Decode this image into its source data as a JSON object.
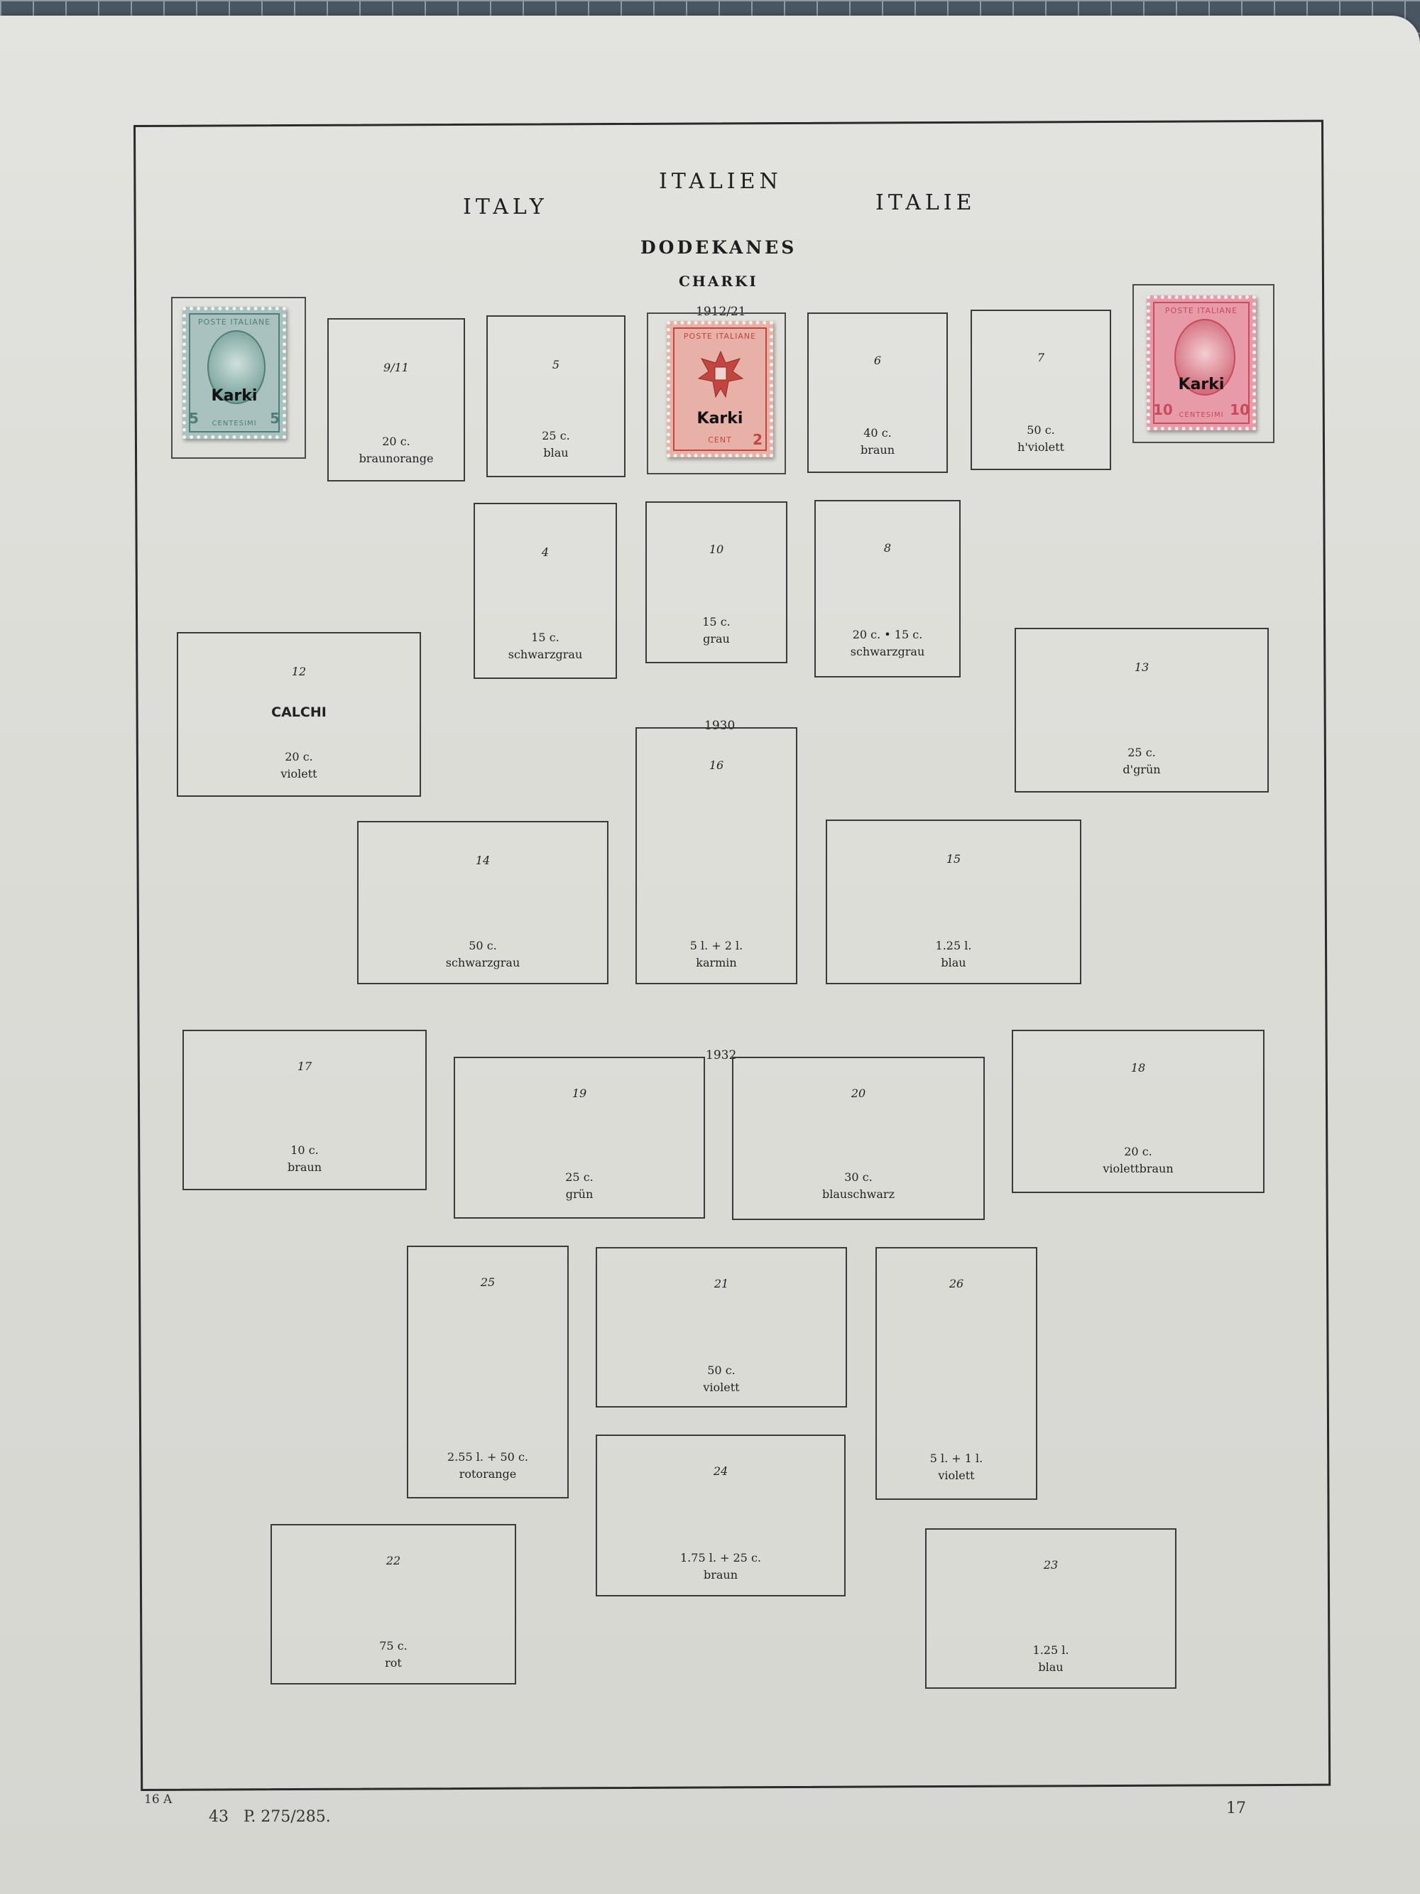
{
  "header": {
    "titles": [
      "ITALIEN",
      "ITALY",
      "ITALIE"
    ],
    "region": "DODEKANES",
    "island": "CHARKI"
  },
  "periods": [
    "1912/21",
    "1930",
    "1932"
  ],
  "stamps": [
    {
      "legend": "POSTE ITALIANE",
      "overprint": "Karki",
      "denomination": "5",
      "face": "CENTESIMI",
      "color": "#4e7d7a"
    },
    {
      "legend": "POSTE ITALIANE",
      "overprint": "Karki",
      "denomination": "2",
      "face": "CENT",
      "color": "#c2453f"
    },
    {
      "legend": "POSTE ITALIANE",
      "overprint": "Karki",
      "denomination": "10",
      "face": "CENTESIMI",
      "color": "#c84a5e"
    }
  ],
  "spaces": [
    {
      "num": "9/11",
      "value": "20 c.",
      "color": "braunorange"
    },
    {
      "num": "5",
      "value": "25 c.",
      "color": "blau"
    },
    {
      "num": "6",
      "value": "40 c.",
      "color": "braun"
    },
    {
      "num": "7",
      "value": "50 c.",
      "color": "h'violett"
    },
    {
      "num": "4",
      "value": "15 c.",
      "color": "schwarzgrau"
    },
    {
      "num": "10",
      "value": "15 c.",
      "color": "grau"
    },
    {
      "num": "8",
      "value": "20 c. • 15 c.",
      "color": "schwarzgrau"
    },
    {
      "num": "12",
      "value": "20 c.",
      "color": "violett",
      "special": "CALCHI"
    },
    {
      "num": "13",
      "value": "25 c.",
      "color": "d'grün"
    },
    {
      "num": "16",
      "value": "5 l. + 2 l.",
      "color": "karmin"
    },
    {
      "num": "14",
      "value": "50 c.",
      "color": "schwarzgrau"
    },
    {
      "num": "15",
      "value": "1.25 l.",
      "color": "blau"
    },
    {
      "num": "17",
      "value": "10 c.",
      "color": "braun"
    },
    {
      "num": "19",
      "value": "25 c.",
      "color": "grün"
    },
    {
      "num": "20",
      "value": "30 c.",
      "color": "blauschwarz"
    },
    {
      "num": "18",
      "value": "20 c.",
      "color": "violettbraun"
    },
    {
      "num": "25",
      "value": "2.55 l. + 50 c.",
      "color": "rotorange"
    },
    {
      "num": "21",
      "value": "50 c.",
      "color": "violett"
    },
    {
      "num": "26",
      "value": "5 l. + 1 l.",
      "color": "violett"
    },
    {
      "num": "24",
      "value": "1.75 l. + 25 c.",
      "color": "braun"
    },
    {
      "num": "22",
      "value": "75 c.",
      "color": "rot"
    },
    {
      "num": "23",
      "value": "1.25 l.",
      "color": "blau"
    }
  ],
  "footer": {
    "sheet_code": "16 A",
    "reference": "43   P. 275/285.",
    "page_number": "17"
  }
}
